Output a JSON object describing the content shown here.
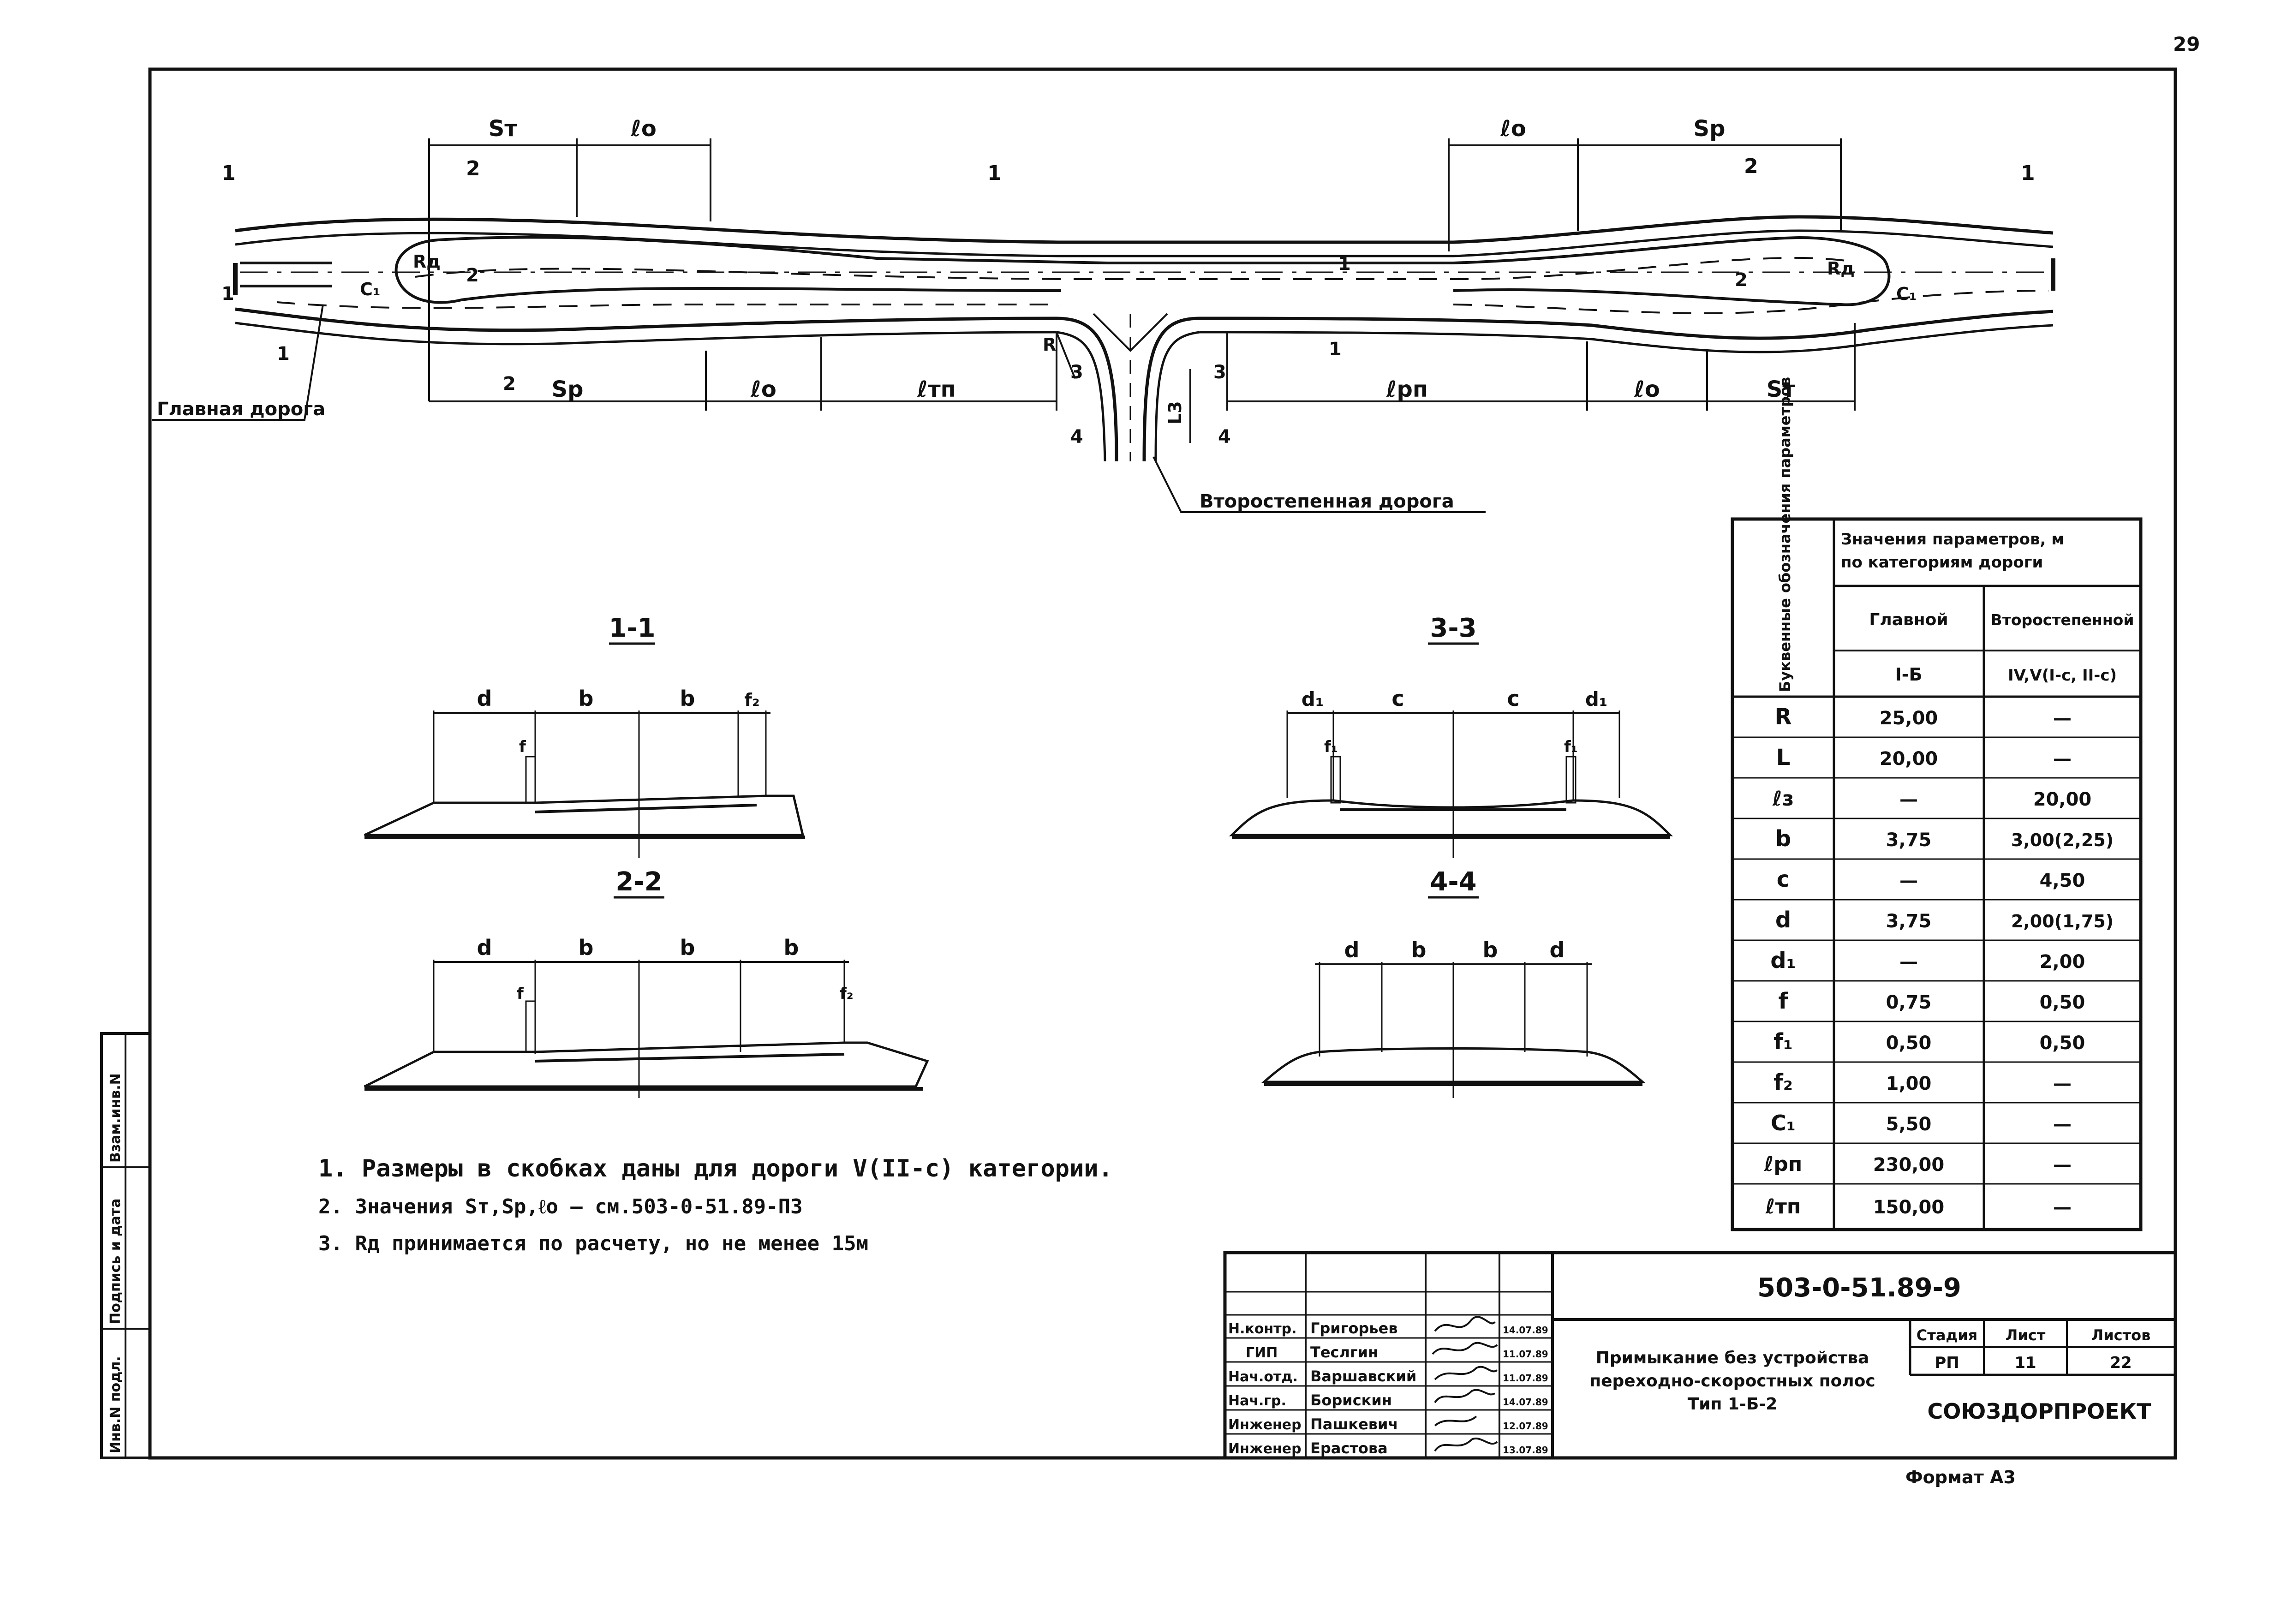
{
  "page_number": "29",
  "plan": {
    "dims_top_left": [
      "Sт",
      "ℓо"
    ],
    "dims_top_right": [
      "ℓо",
      "Sр"
    ],
    "dims_bottom_left": [
      "Sр",
      "ℓо",
      "ℓтп"
    ],
    "dims_bottom_right": [
      "ℓрп",
      "ℓо",
      "Sт"
    ],
    "section_marks": [
      "1",
      "2",
      "1",
      "2",
      "1",
      "2",
      "2",
      "1",
      "1",
      "3",
      "3",
      "4",
      "4",
      "1",
      "2",
      "1"
    ],
    "radius_labels": [
      "Rд",
      "R",
      "Rд"
    ],
    "c1_labels": [
      "C₁",
      "C₁"
    ],
    "l3_label": "L3",
    "main_road_label": "Главная дорога",
    "secondary_road_label": "Второстепенная дорога"
  },
  "sections": [
    {
      "title": "1-1",
      "dims": [
        "d",
        "b",
        "b",
        "f₂"
      ],
      "small": [
        "f"
      ]
    },
    {
      "title": "2-2",
      "dims": [
        "d",
        "b",
        "b",
        "b"
      ],
      "small": [
        "f",
        "f₂"
      ]
    },
    {
      "title": "3-3",
      "dims": [
        "d₁",
        "c",
        "c",
        "d₁"
      ],
      "small": [
        "f₁",
        "f₁"
      ]
    },
    {
      "title": "4-4",
      "dims": [
        "d",
        "b",
        "b",
        "d"
      ],
      "small": []
    }
  ],
  "notes": [
    "1.  Размеры в скобках даны для дороги V(II-c) категории.",
    "2.  Значения Sт,Sр,ℓо — см.503-0-51.89-ПЗ",
    "3.  Rд принимается по расчету, но не менее 15м"
  ],
  "param_table": {
    "col0_header": "Буквенные обозначения параметров",
    "group_header_line1": "Значения параметров, м",
    "group_header_line2": "по категориям дороги",
    "col_main": "Главной",
    "col_secondary": "Второстепенной",
    "cat_main": "I-Б",
    "cat_secondary": "IV,V(I-c, II-c)",
    "rows": [
      {
        "sym": "R",
        "main": "25,00",
        "sec": "—"
      },
      {
        "sym": "L",
        "main": "20,00",
        "sec": "—"
      },
      {
        "sym": "ℓз",
        "main": "—",
        "sec": "20,00"
      },
      {
        "sym": "b",
        "main": "3,75",
        "sec": "3,00(2,25)"
      },
      {
        "sym": "c",
        "main": "—",
        "sec": "4,50"
      },
      {
        "sym": "d",
        "main": "3,75",
        "sec": "2,00(1,75)"
      },
      {
        "sym": "d₁",
        "main": "—",
        "sec": "2,00"
      },
      {
        "sym": "f",
        "main": "0,75",
        "sec": "0,50"
      },
      {
        "sym": "f₁",
        "main": "0,50",
        "sec": "0,50"
      },
      {
        "sym": "f₂",
        "main": "1,00",
        "sec": "—"
      },
      {
        "sym": "C₁",
        "main": "5,50",
        "sec": "—"
      },
      {
        "sym": "ℓрп",
        "main": "230,00",
        "sec": "—"
      },
      {
        "sym": "ℓтп",
        "main": "150,00",
        "sec": "—"
      }
    ]
  },
  "side_stamp": [
    "Инв.N подл.",
    "Подпись и дата",
    "Взам.инв.N"
  ],
  "title_block": {
    "doc_code": "503-0-51.89-9",
    "title_line1": "Примыкание без устройства",
    "title_line2": "переходно-скоростных полос",
    "title_line3": "Тип 1-Б-2",
    "stage_header": "Стадия",
    "sheet_header": "Лист",
    "sheets_header": "Листов",
    "stage": "РП",
    "sheet": "11",
    "sheets": "22",
    "org": "СОЮЗДОРПРОЕКТ",
    "format": "Формат А3",
    "people": [
      {
        "role": "Н.контр.",
        "name": "Григорьев",
        "date": "14.07.89"
      },
      {
        "role": "ГИП",
        "name": "Теслгин",
        "date": "11.07.89"
      },
      {
        "role": "Нач.отд.",
        "name": "Варшавский",
        "date": "11.07.89"
      },
      {
        "role": "Нач.гр.",
        "name": "Борискин",
        "date": "14.07.89"
      },
      {
        "role": "Инженер",
        "name": "Пашкевич",
        "date": "12.07.89"
      },
      {
        "role": "Инженер",
        "name": "Ерастова",
        "date": "13.07.89"
      }
    ]
  }
}
